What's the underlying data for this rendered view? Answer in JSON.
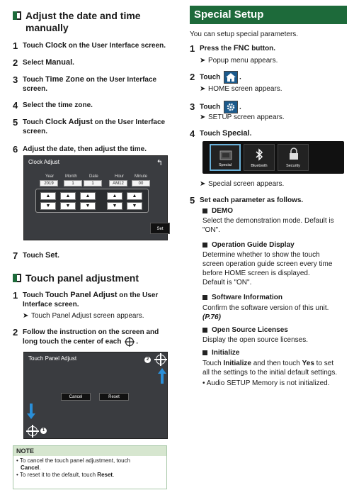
{
  "left": {
    "sec1_title": "Adjust the date and time manually",
    "steps1": [
      {
        "n": "1",
        "pre": "Touch ",
        "b": "Clock",
        "post": " on the User Interface screen."
      },
      {
        "n": "2",
        "pre": "Select ",
        "b": "Manual",
        "post": "."
      },
      {
        "n": "3",
        "pre": "Touch ",
        "b": "Time Zone",
        "post": " on the User Interface screen."
      },
      {
        "n": "4",
        "pre": "Select the time zone.",
        "b": "",
        "post": ""
      },
      {
        "n": "5",
        "pre": "Touch ",
        "b": "Clock Adjust",
        "post": " on the User Interface screen."
      },
      {
        "n": "6",
        "pre": "Adjust the date, then adjust the time.",
        "b": "",
        "post": ""
      }
    ],
    "clock_screen": {
      "title": "Clock Adjust",
      "labels": [
        "Year",
        "Month",
        "Date",
        "Hour",
        "Minute"
      ],
      "values": [
        "2019",
        "1",
        "1",
        "AM12",
        "00"
      ],
      "set_label": "Set"
    },
    "step7": {
      "n": "7",
      "pre": "Touch ",
      "b": "Set",
      "post": "."
    },
    "sec2_title": "Touch panel adjustment",
    "steps2": [
      {
        "n": "1",
        "pre": "Touch ",
        "b": "Touch Panel Adjust",
        "post": " on the User Interface screen.",
        "arrow": "Touch Panel Adjust screen appears."
      },
      {
        "n": "2",
        "pre": "Follow the instruction on the screen and long touch the center of each ",
        "b": "",
        "post": "."
      }
    ],
    "tp_screen": {
      "title": "Touch Panel Adjust",
      "cancel": "Cancel",
      "reset": "Reset",
      "badge1": "1",
      "badge2": "2"
    },
    "note": {
      "head": "NOTE",
      "line1a": "To cancel the touch panel adjustment, touch",
      "line1b": "Cancel",
      "line2a": "To reset it to the default, touch ",
      "line2b": "Reset"
    }
  },
  "right": {
    "title": "Special Setup",
    "intro": "You can setup special parameters.",
    "s1": {
      "n": "1",
      "pre": "Press the ",
      "b": "FNC",
      "post": " button.",
      "arrow": "Popup menu appears."
    },
    "s2": {
      "n": "2",
      "pre": "Touch ",
      "post": ".",
      "arrow": "HOME screen appears."
    },
    "s3": {
      "n": "3",
      "pre": "Touch ",
      "post": ".",
      "arrow": "SETUP screen appears."
    },
    "s4": {
      "n": "4",
      "pre": "Touch ",
      "b": "Special",
      "post": "."
    },
    "tabs": [
      "Special",
      "Bluetooth",
      "Security"
    ],
    "s4_arrow": "Special screen appears.",
    "s5": {
      "n": "5",
      "pre": "Set each parameter as follows."
    },
    "demo": {
      "head": "DEMO",
      "text1": "Select the demonstration mode. Default is",
      "text2": "\"ON\"."
    },
    "ogd": {
      "head": "Operation Guide Display",
      "text1": "Determine whether to show the touch",
      "text2": "screen operation guide screen every time",
      "text3": "before HOME screen is displayed.",
      "text4": "Default is \"ON\"."
    },
    "si": {
      "head": "Software Information",
      "text1": "Confirm the software version of this unit.",
      "text2": "(P.76)"
    },
    "osl": {
      "head": "Open Source Licenses",
      "text1": "Display the open source licenses."
    },
    "init": {
      "head": "Initialize",
      "text1a": "Touch ",
      "text1b": "Initialize",
      "text1c": " and then touch ",
      "text1d": "Yes",
      "text1e": " to set",
      "text2": "all the settings to the initial default settings.",
      "bullet": "Audio SETUP Memory is not initialized."
    }
  }
}
